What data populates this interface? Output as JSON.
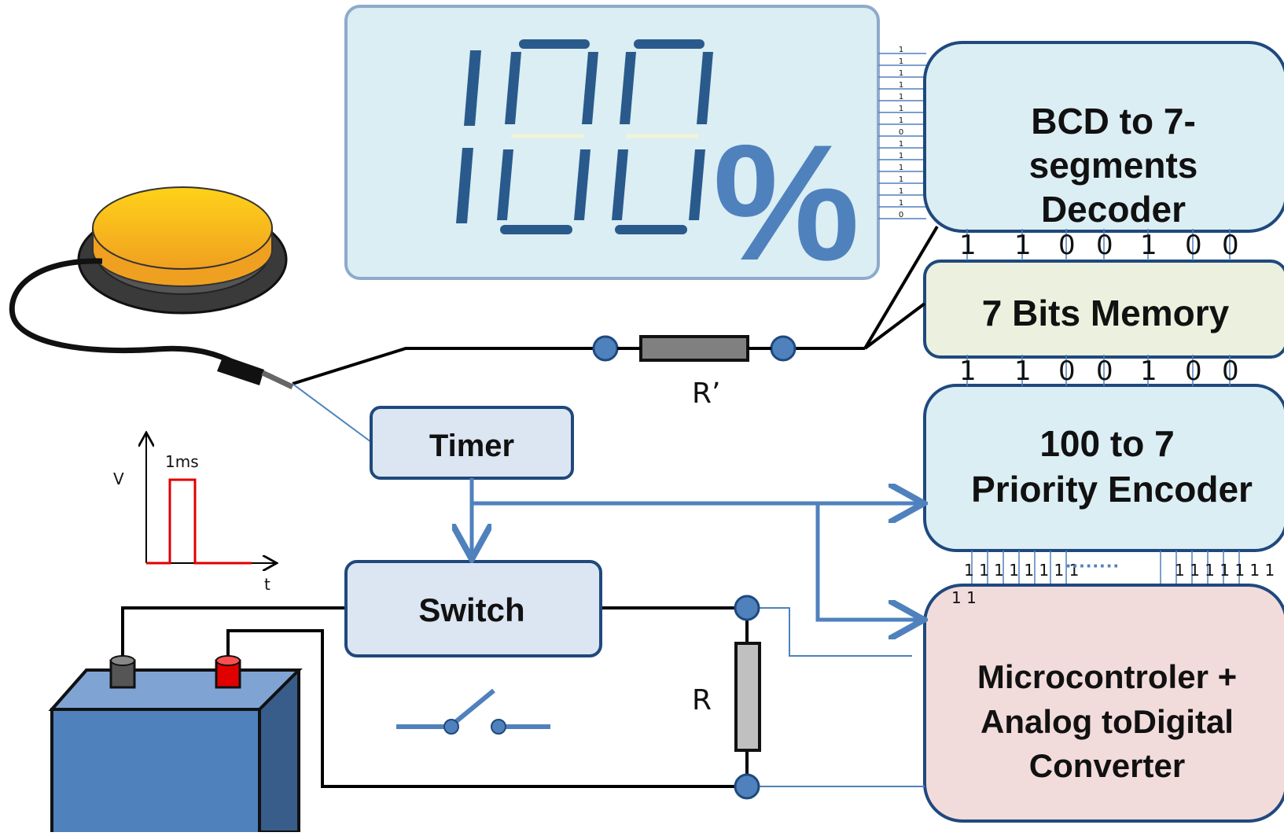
{
  "display": {
    "digits": "100",
    "percent": "%",
    "bus_bits": [
      "1",
      "1",
      "1",
      "1",
      "1",
      "1",
      "1",
      "0",
      "1",
      "1",
      "1",
      "1",
      "1",
      "1",
      "0"
    ]
  },
  "blocks": {
    "decoder": [
      "BCD  to  7-",
      "segments",
      "Decoder"
    ],
    "memory": "7 Bits Memory",
    "encoder": [
      "100  to  7",
      "Priority Encoder"
    ],
    "micro": [
      "Microcontroler +",
      "Analog toDigital",
      "Converter"
    ],
    "timer": "Timer",
    "switch": "Switch"
  },
  "bits": {
    "decoder_in": [
      "1",
      "1",
      "0",
      "0",
      "1",
      "0",
      "0"
    ],
    "memory_in": [
      "1",
      "1",
      "0",
      "0",
      "1",
      "0",
      "0"
    ],
    "encoder_in_left": "1 1 1 1 1 1 1 1",
    "encoder_in_dots": "········",
    "encoder_in_right": "1 1 1 1 1 1 1",
    "encoder_in_wrap": "1 1"
  },
  "labels": {
    "r_prime": "R’",
    "r": "R"
  },
  "pulse": {
    "v_label": "V",
    "t_label": "t",
    "width_label": "1ms"
  },
  "colors": {
    "lcd_bg": "#daeef3",
    "lcd_border": "#8eaacb",
    "segment": "#1f4e79",
    "percent": "#4f81bd",
    "box_blue": "#dbeef4",
    "box_edge": "#1f497d",
    "memory_bg": "#ebf1de",
    "micro_bg": "#f2dcdb",
    "small_box": "#dce6f2",
    "arrow": "#4f81bd",
    "wire": "#000000",
    "battery": "#4f81bd",
    "pulse": "#e00000",
    "button_top": "#ffcc00"
  }
}
